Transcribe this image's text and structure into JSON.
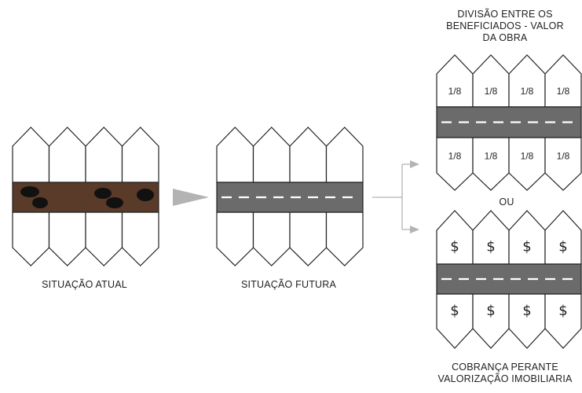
{
  "labels": {
    "current": "SITUAÇÃO ATUAL",
    "future": "SITUAÇÃO FUTURA",
    "top_title_1": "DIVISÃO ENTRE OS",
    "top_title_2": "BENEFICIADOS - VALOR",
    "top_title_3": "DA OBRA",
    "or": "OU",
    "bottom_title_1": "COBRANÇA PERANTE",
    "bottom_title_2": "VALORIZAÇÃO IMOBILIARIA"
  },
  "fractions": [
    "1/8",
    "1/8",
    "1/8",
    "1/8",
    "1/8",
    "1/8",
    "1/8",
    "1/8"
  ],
  "dollars": [
    "$",
    "$",
    "$",
    "$",
    "$",
    "$",
    "$",
    "$"
  ],
  "colors": {
    "dirt_road": "#5a3a28",
    "paved_road": "#6b6b6b",
    "pothole": "#111111",
    "arrow": "#b3b3b3",
    "lane_marking": "#ffffff"
  }
}
